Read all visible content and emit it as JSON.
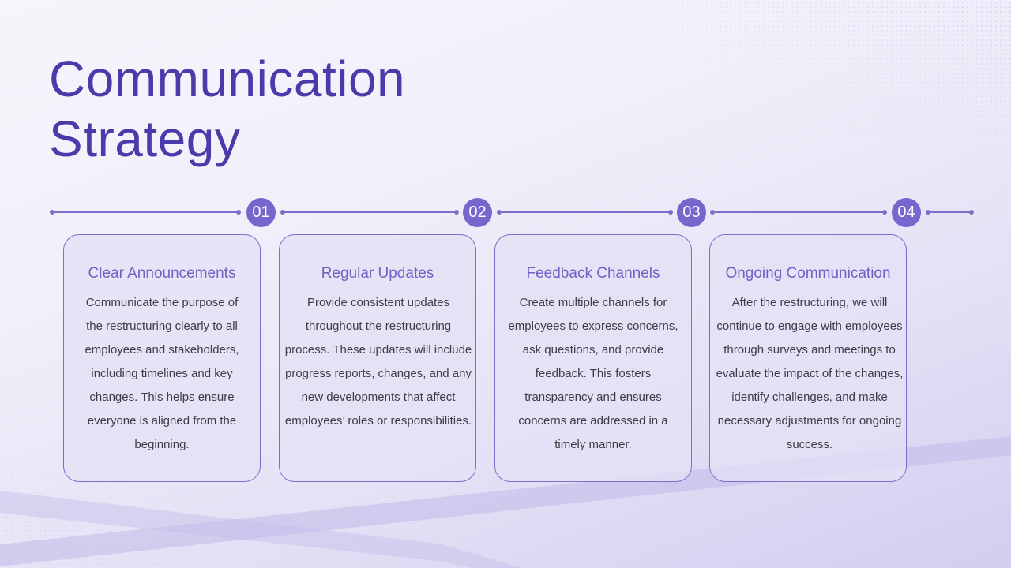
{
  "slide": {
    "title_line1": "Communication",
    "title_line2": "Strategy",
    "accent_color": "#4a3bab",
    "badge_color": "#7766cc"
  },
  "steps": [
    {
      "number": "01",
      "title": "Clear Announcements",
      "body": "Communicate the purpose of the restructuring clearly to all employees and stakeholders, including timelines and key changes. This helps ensure everyone is aligned from the beginning."
    },
    {
      "number": "02",
      "title": "Regular Updates",
      "body": "Provide consistent updates throughout the restructuring process. These updates will include progress reports, changes, and any new developments that affect employees’ roles or responsibilities."
    },
    {
      "number": "03",
      "title": "Feedback Channels",
      "body": "Create multiple channels for employees to express concerns, ask questions, and provide feedback. This fosters transparency and ensures concerns are addressed in a timely manner."
    },
    {
      "number": "04",
      "title": "Ongoing Communication",
      "body": "After the restructuring, we will continue to engage with employees through surveys and meetings to evaluate the impact of the changes, identify challenges, and make necessary adjustments for ongoing success."
    }
  ]
}
